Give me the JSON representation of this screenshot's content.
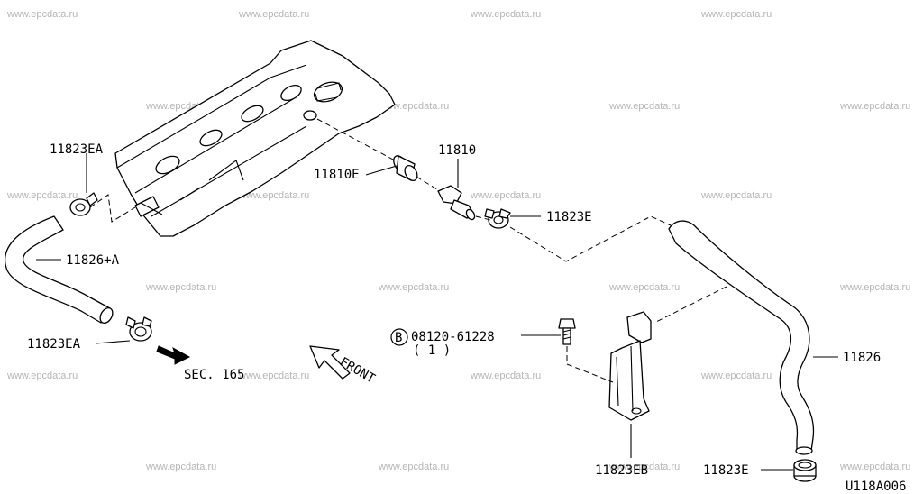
{
  "watermark": "www.epcdata.ru",
  "labels": {
    "clamp_ea_top": "11823EA",
    "hose_a": "11826+A",
    "clamp_ea_bottom": "11823EA",
    "grommet": "11810E",
    "pcv_valve": "11810",
    "clamp_e_mid": "11823E",
    "bolt_code": "08120-61228",
    "bolt_qty": "( 1 )",
    "bolt_marker": "B",
    "sec_ref": "SEC. 165",
    "front": "FRONT",
    "hose": "11826",
    "bracket": "11823EB",
    "clamp_e_bottom": "11823E",
    "drawing_id": "U118A006"
  }
}
